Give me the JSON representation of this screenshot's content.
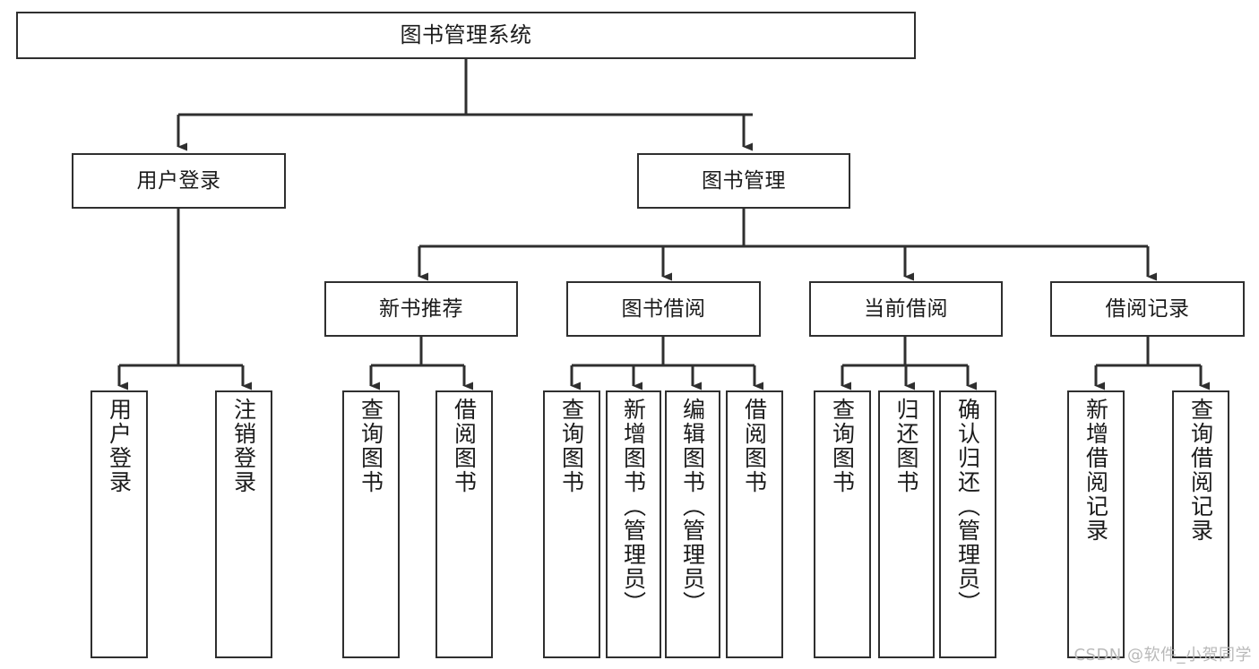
{
  "diagram": {
    "title": "图书管理系统",
    "type": "tree",
    "colors": {
      "background": "#ffffff",
      "stroke": "#2f2f2f",
      "text": "#1b1b1b",
      "watermark": "#b9b9b9"
    },
    "watermark": "CSDN @软件_小贺同学",
    "nodes": {
      "root": {
        "label": "图书管理系统"
      },
      "level2": [
        {
          "id": "user-login",
          "label": "用户登录"
        },
        {
          "id": "book-manage",
          "label": "图书管理"
        }
      ],
      "level3": [
        {
          "id": "new-book-rec",
          "label": "新书推荐"
        },
        {
          "id": "book-borrow",
          "label": "图书借阅"
        },
        {
          "id": "current-borrow",
          "label": "当前借阅"
        },
        {
          "id": "borrow-record",
          "label": "借阅记录"
        }
      ],
      "leaves": {
        "user-login": [
          {
            "id": "leaf-user-login",
            "label": "用户登录"
          },
          {
            "id": "leaf-user-logout",
            "label": "注销登录"
          }
        ],
        "new-book-rec": [
          {
            "id": "leaf-query-book-1",
            "label": "查询图书"
          },
          {
            "id": "leaf-borrow-book-1",
            "label": "借阅图书"
          }
        ],
        "book-borrow": [
          {
            "id": "leaf-query-book-2",
            "label": "查询图书"
          },
          {
            "id": "leaf-add-book",
            "label": "新增图书（管理员）"
          },
          {
            "id": "leaf-edit-book",
            "label": "编辑图书（管理员）"
          },
          {
            "id": "leaf-borrow-book-2",
            "label": "借阅图书"
          }
        ],
        "current-borrow": [
          {
            "id": "leaf-query-book-3",
            "label": "查询图书"
          },
          {
            "id": "leaf-return-book",
            "label": "归还图书"
          },
          {
            "id": "leaf-confirm-return",
            "label": "确认归还（管理员）"
          }
        ],
        "borrow-record": [
          {
            "id": "leaf-add-record",
            "label": "新增借阅记录"
          },
          {
            "id": "leaf-query-record",
            "label": "查询借阅记录"
          }
        ]
      }
    }
  }
}
